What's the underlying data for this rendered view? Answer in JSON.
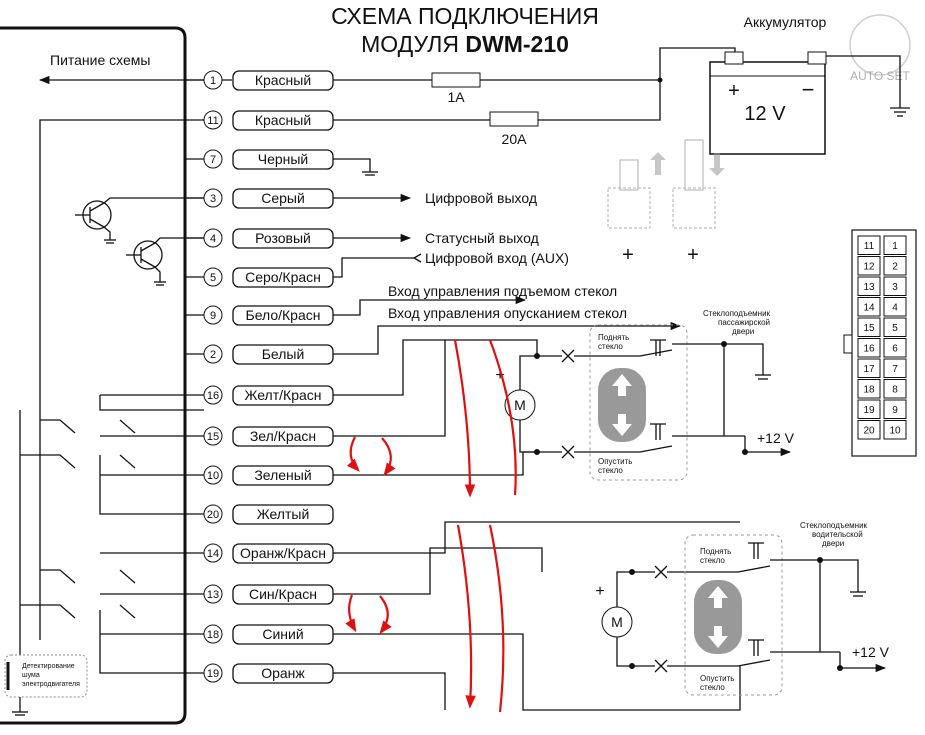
{
  "title": {
    "line1": "СХЕМА ПОДКЛЮЧЕНИЯ",
    "line2_prefix": "МОДУЛЯ ",
    "line2_model": "DWM-210"
  },
  "watermark": "AUTO SET",
  "power_label": "Питание схемы",
  "battery": {
    "label": "Аккумулятор",
    "voltage": "12 V",
    "plus": "+",
    "minus": "−"
  },
  "fuses": [
    {
      "rating": "1A"
    },
    {
      "rating": "20A"
    }
  ],
  "pins": [
    {
      "num": "1",
      "color": "Красный"
    },
    {
      "num": "11",
      "color": "Красный"
    },
    {
      "num": "7",
      "color": "Черный"
    },
    {
      "num": "3",
      "color": "Серый"
    },
    {
      "num": "4",
      "color": "Розовый"
    },
    {
      "num": "5",
      "color": "Серо/Красн"
    },
    {
      "num": "9",
      "color": "Бело/Красн"
    },
    {
      "num": "2",
      "color": "Белый"
    },
    {
      "num": "16",
      "color": "Желт/Красн"
    },
    {
      "num": "15",
      "color": "Зел/Красн"
    },
    {
      "num": "10",
      "color": "Зеленый"
    },
    {
      "num": "20",
      "color": "Желтый"
    },
    {
      "num": "14",
      "color": "Оранж/Красн"
    },
    {
      "num": "13",
      "color": "Син/Красн"
    },
    {
      "num": "18",
      "color": "Синий"
    },
    {
      "num": "19",
      "color": "Оранж"
    }
  ],
  "signals": {
    "digital_out": "Цифровой выход",
    "status_out": "Статусный  выход",
    "digital_in": "Цифровой вход (AUX)",
    "window_up_in": "Вход управления подъемом стекол",
    "window_down_in": "Вход управления опусканием стекол"
  },
  "passenger": {
    "title": [
      "Стеклоподъемник",
      "пассажирской",
      "двери"
    ],
    "up": [
      "Поднять",
      "стекло"
    ],
    "down": [
      "Опустить",
      "стекло"
    ],
    "motor": "M",
    "plus": "+",
    "supply": "+12 V"
  },
  "driver": {
    "title": [
      "Стеклоподъемник",
      "водительской",
      "двери"
    ],
    "up": [
      "Поднять",
      "стекло"
    ],
    "down": [
      "Опустить",
      "стекло"
    ],
    "motor": "M",
    "plus": "+",
    "supply": "+12 V"
  },
  "noise_detect": [
    "Детектирование",
    "шума",
    "электродвигателя"
  ],
  "connector": {
    "left_col": [
      "11",
      "12",
      "13",
      "14",
      "15",
      "16",
      "17",
      "18",
      "19",
      "20"
    ],
    "right_col": [
      "1",
      "2",
      "3",
      "4",
      "5",
      "6",
      "7",
      "8",
      "9",
      "10"
    ]
  },
  "door_lock_plus": [
    "+",
    "+"
  ]
}
